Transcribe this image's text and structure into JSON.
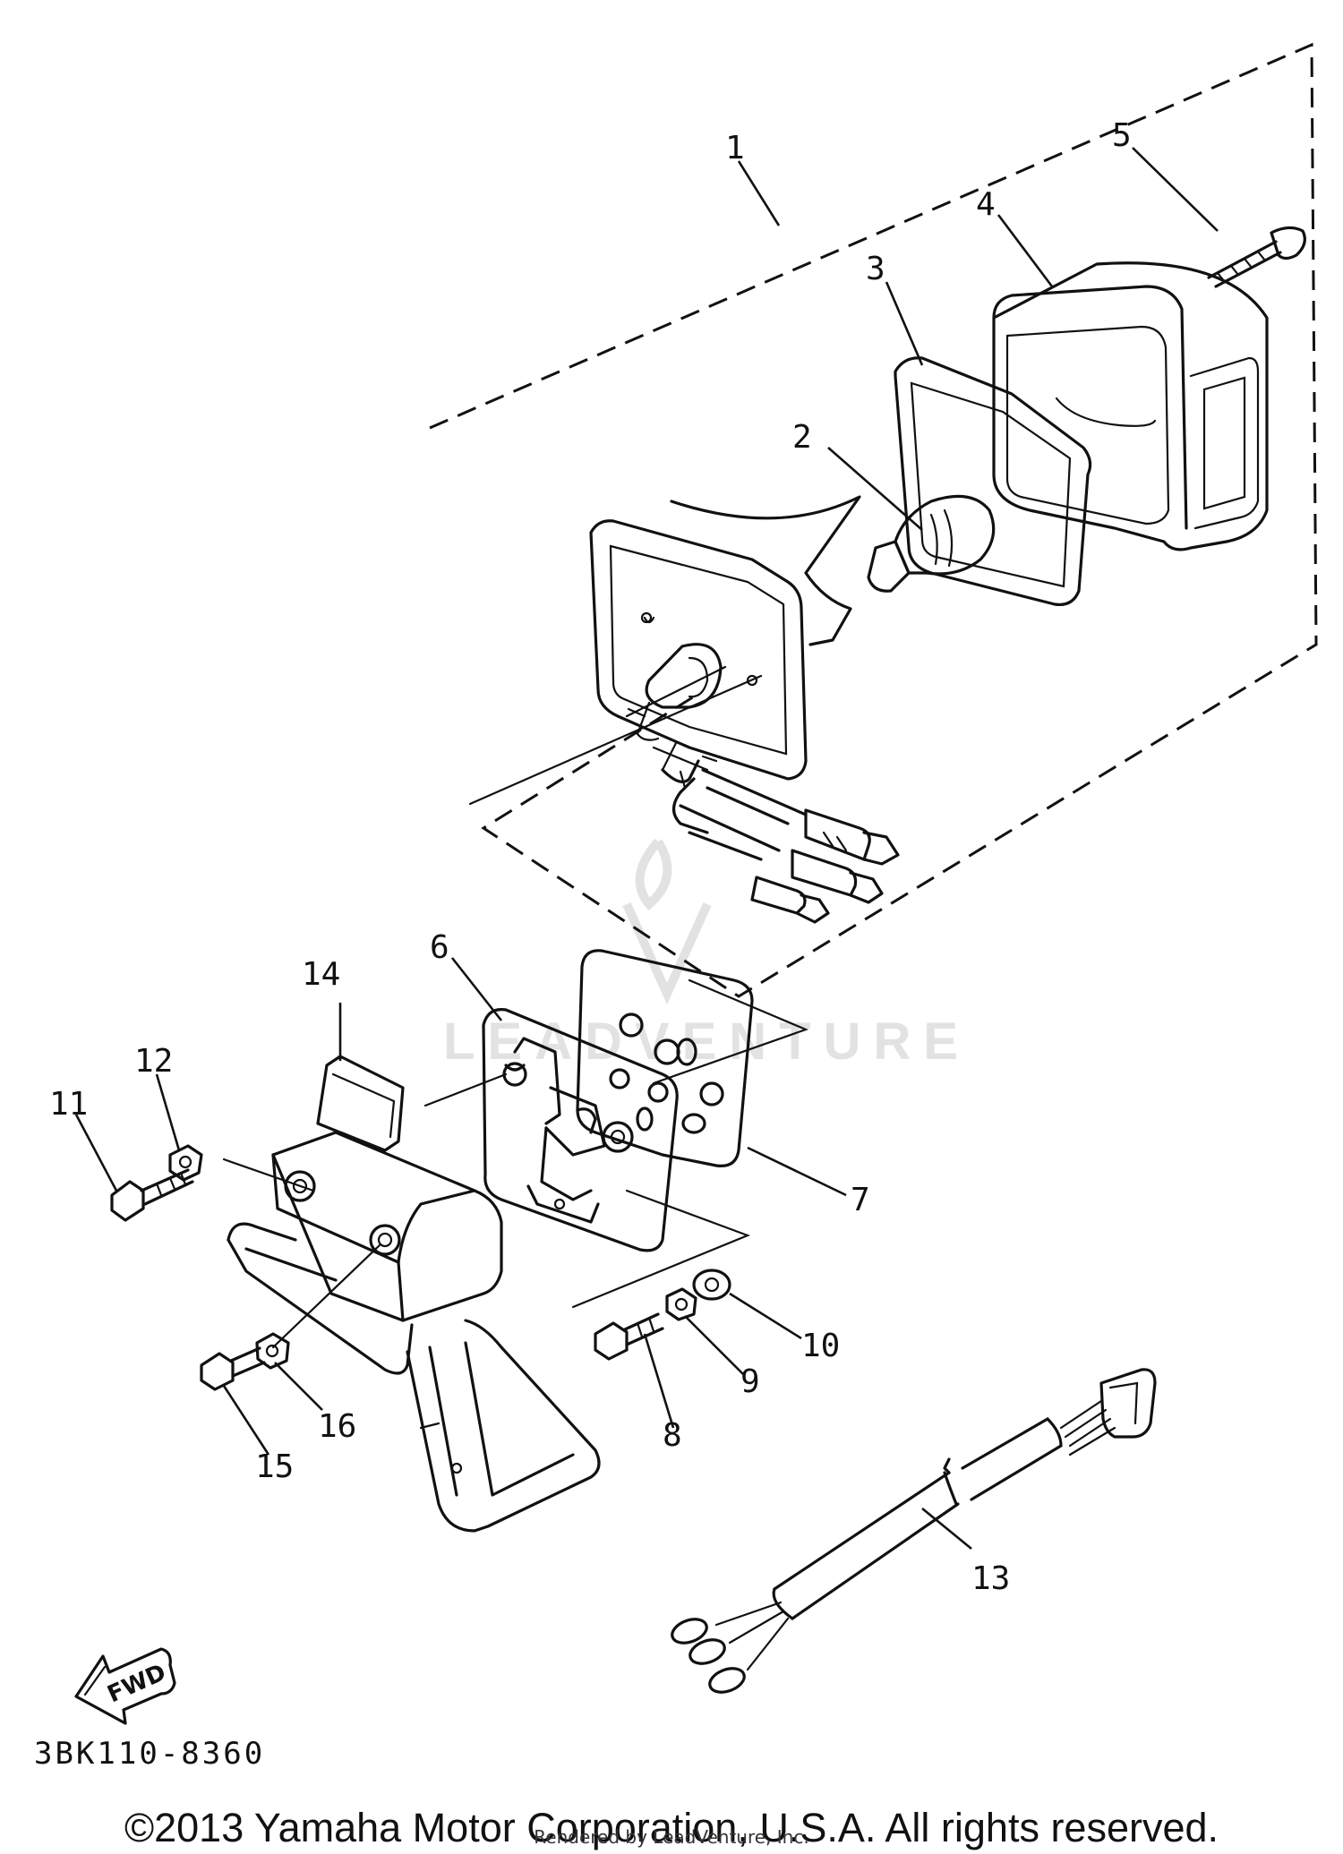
{
  "diagram": {
    "callouts": [
      "1",
      "2",
      "3",
      "4",
      "5",
      "6",
      "7",
      "8",
      "9",
      "10",
      "11",
      "12",
      "13",
      "14",
      "15",
      "16"
    ],
    "watermark": "LEADVENTURE",
    "fwd_label": "FWD",
    "drawing_code": "3BK110-8360"
  },
  "footer": {
    "copyright": "©2013 Yamaha Motor Corporation, U.S.A. All rights reserved.",
    "rendered_by": "Rendered by LeadVenture, Inc."
  }
}
